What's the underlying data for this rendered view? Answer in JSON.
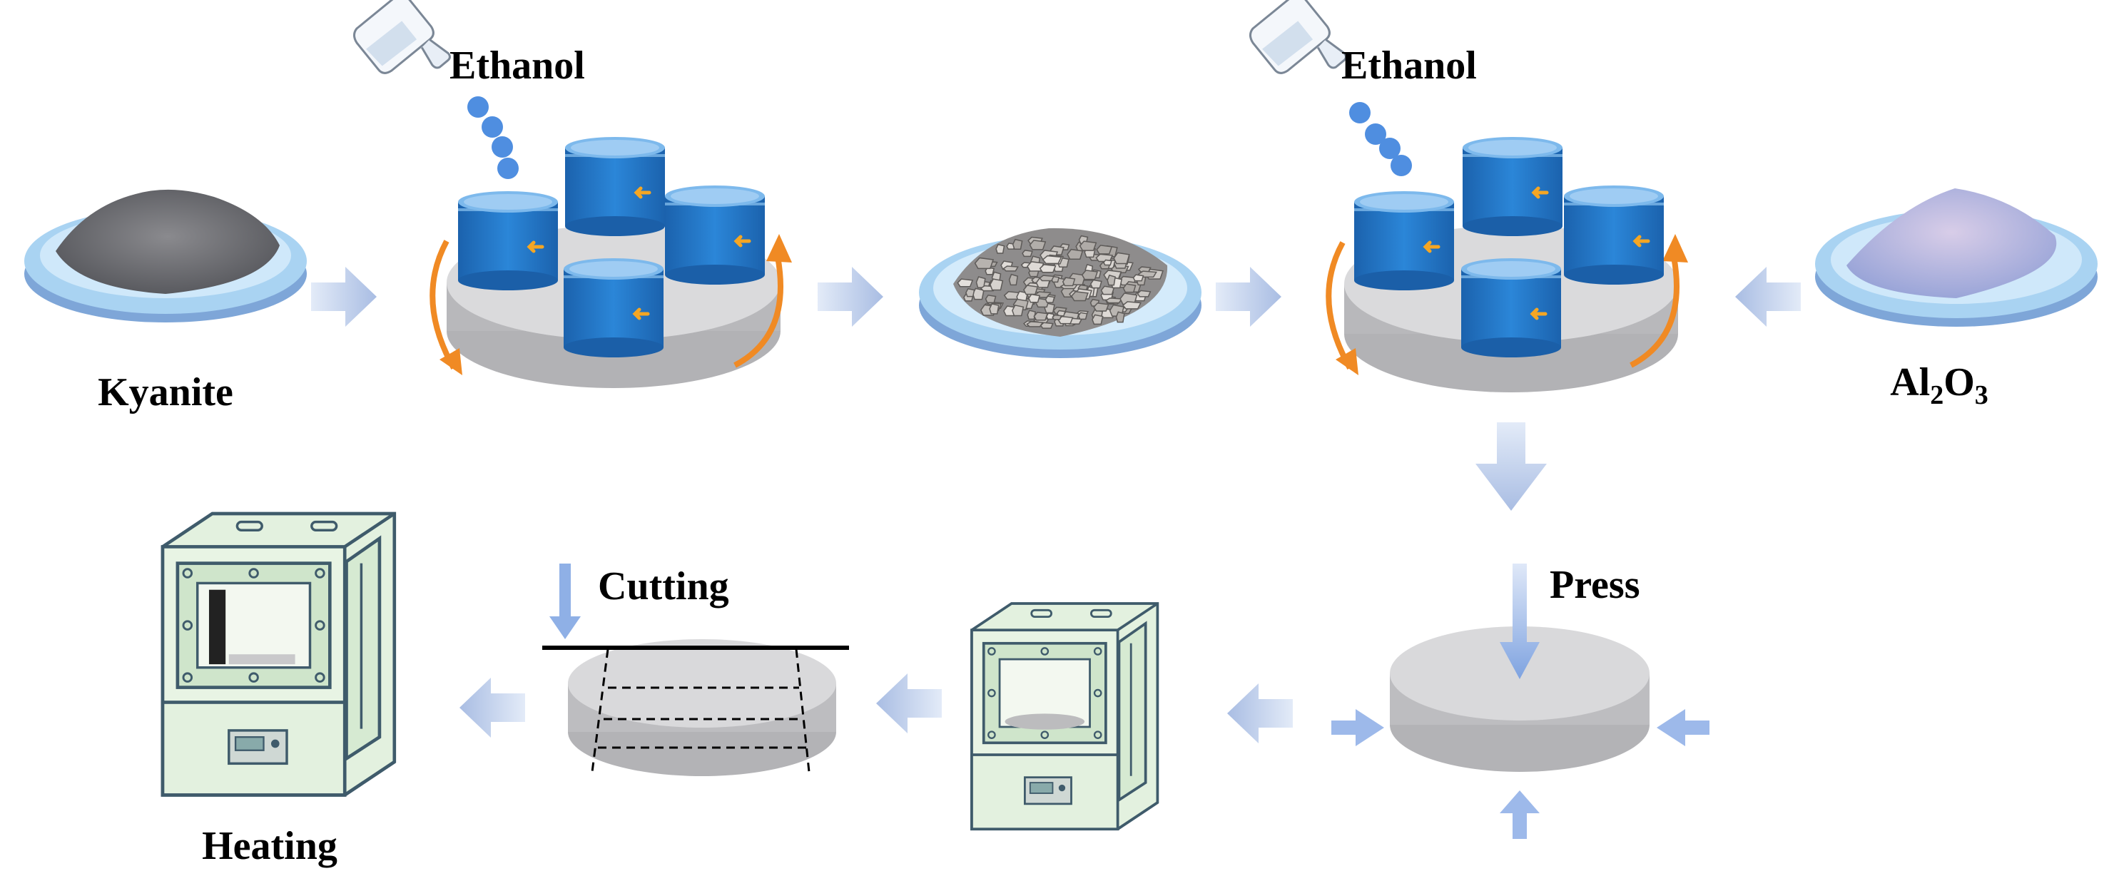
{
  "labels": {
    "kyanite": "Kyanite",
    "ethanol_1": "Ethanol",
    "ethanol_2": "Ethanol",
    "al2o3_main": "Al",
    "al2o3_sub2": "2",
    "al2o3_o": "O",
    "al2o3_sub3": "3",
    "press": "Press",
    "cutting": "Cutting",
    "heating": "Heating"
  },
  "colors": {
    "arrow": "#b8c8e8",
    "jar": "#1e73c8",
    "jar_top": "#6fb3ee",
    "platter": "#d9d9dc",
    "rotation_arrow": "#f08a24",
    "dish": "#a9d3f2",
    "kyanite_powder": "#6b6b70",
    "alumina_powder": "#b3b9e0",
    "furnace": "#dff0dd",
    "drops": "#4f8ee0"
  },
  "icons": [
    "kyanite-powder-dish",
    "ball-mill-icon",
    "ethanol-bottle-icon",
    "granule-dish",
    "alumina-powder-dish",
    "pressed-pellet",
    "furnace-icon",
    "cut-pellet"
  ]
}
